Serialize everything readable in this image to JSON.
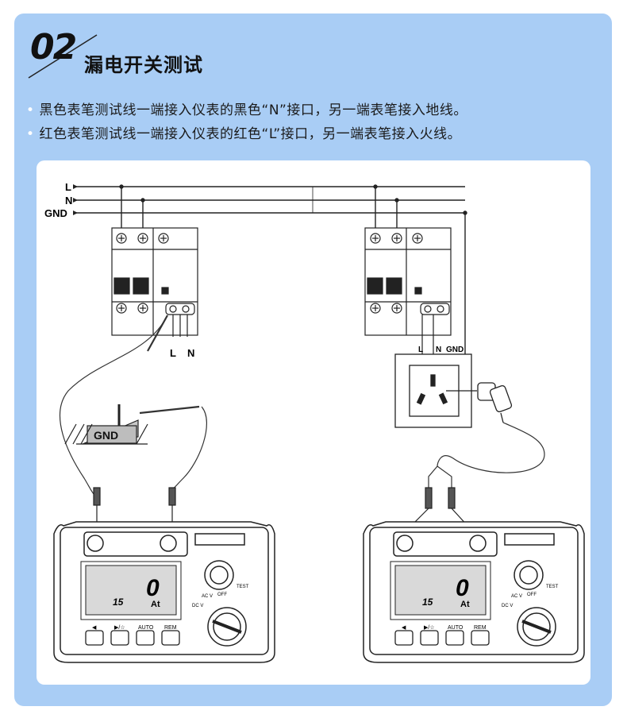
{
  "header": {
    "badge_number": "02",
    "title": "漏电开关测试"
  },
  "instructions": [
    "黑色表笔测试线一端接入仪表的黑色“N”接口，另一端表笔接入地线。",
    "红色表笔测试线一端接入仪表的红色“L”接口，另一端表笔接入火线。"
  ],
  "diagram": {
    "bus_labels": [
      "L",
      "N",
      "GND"
    ],
    "left_breaker_terminals": [
      "L",
      "N"
    ],
    "right_breaker_terminals": [
      "L",
      "N",
      "GND"
    ],
    "ground_label": "GND",
    "meter_buttons": [
      "◀",
      "▶/☆",
      "AUTO",
      "REM"
    ],
    "meter_display_main": "0",
    "meter_display_sub": "15",
    "meter_display_unit": "At",
    "meter_dial_labels": [
      "AC V",
      "OFF",
      "DC V",
      "TEST"
    ]
  },
  "colors": {
    "panel": "#a9cdf5",
    "card": "#ffffff",
    "bullet_dot": "#ffffff",
    "line": "#222222"
  }
}
